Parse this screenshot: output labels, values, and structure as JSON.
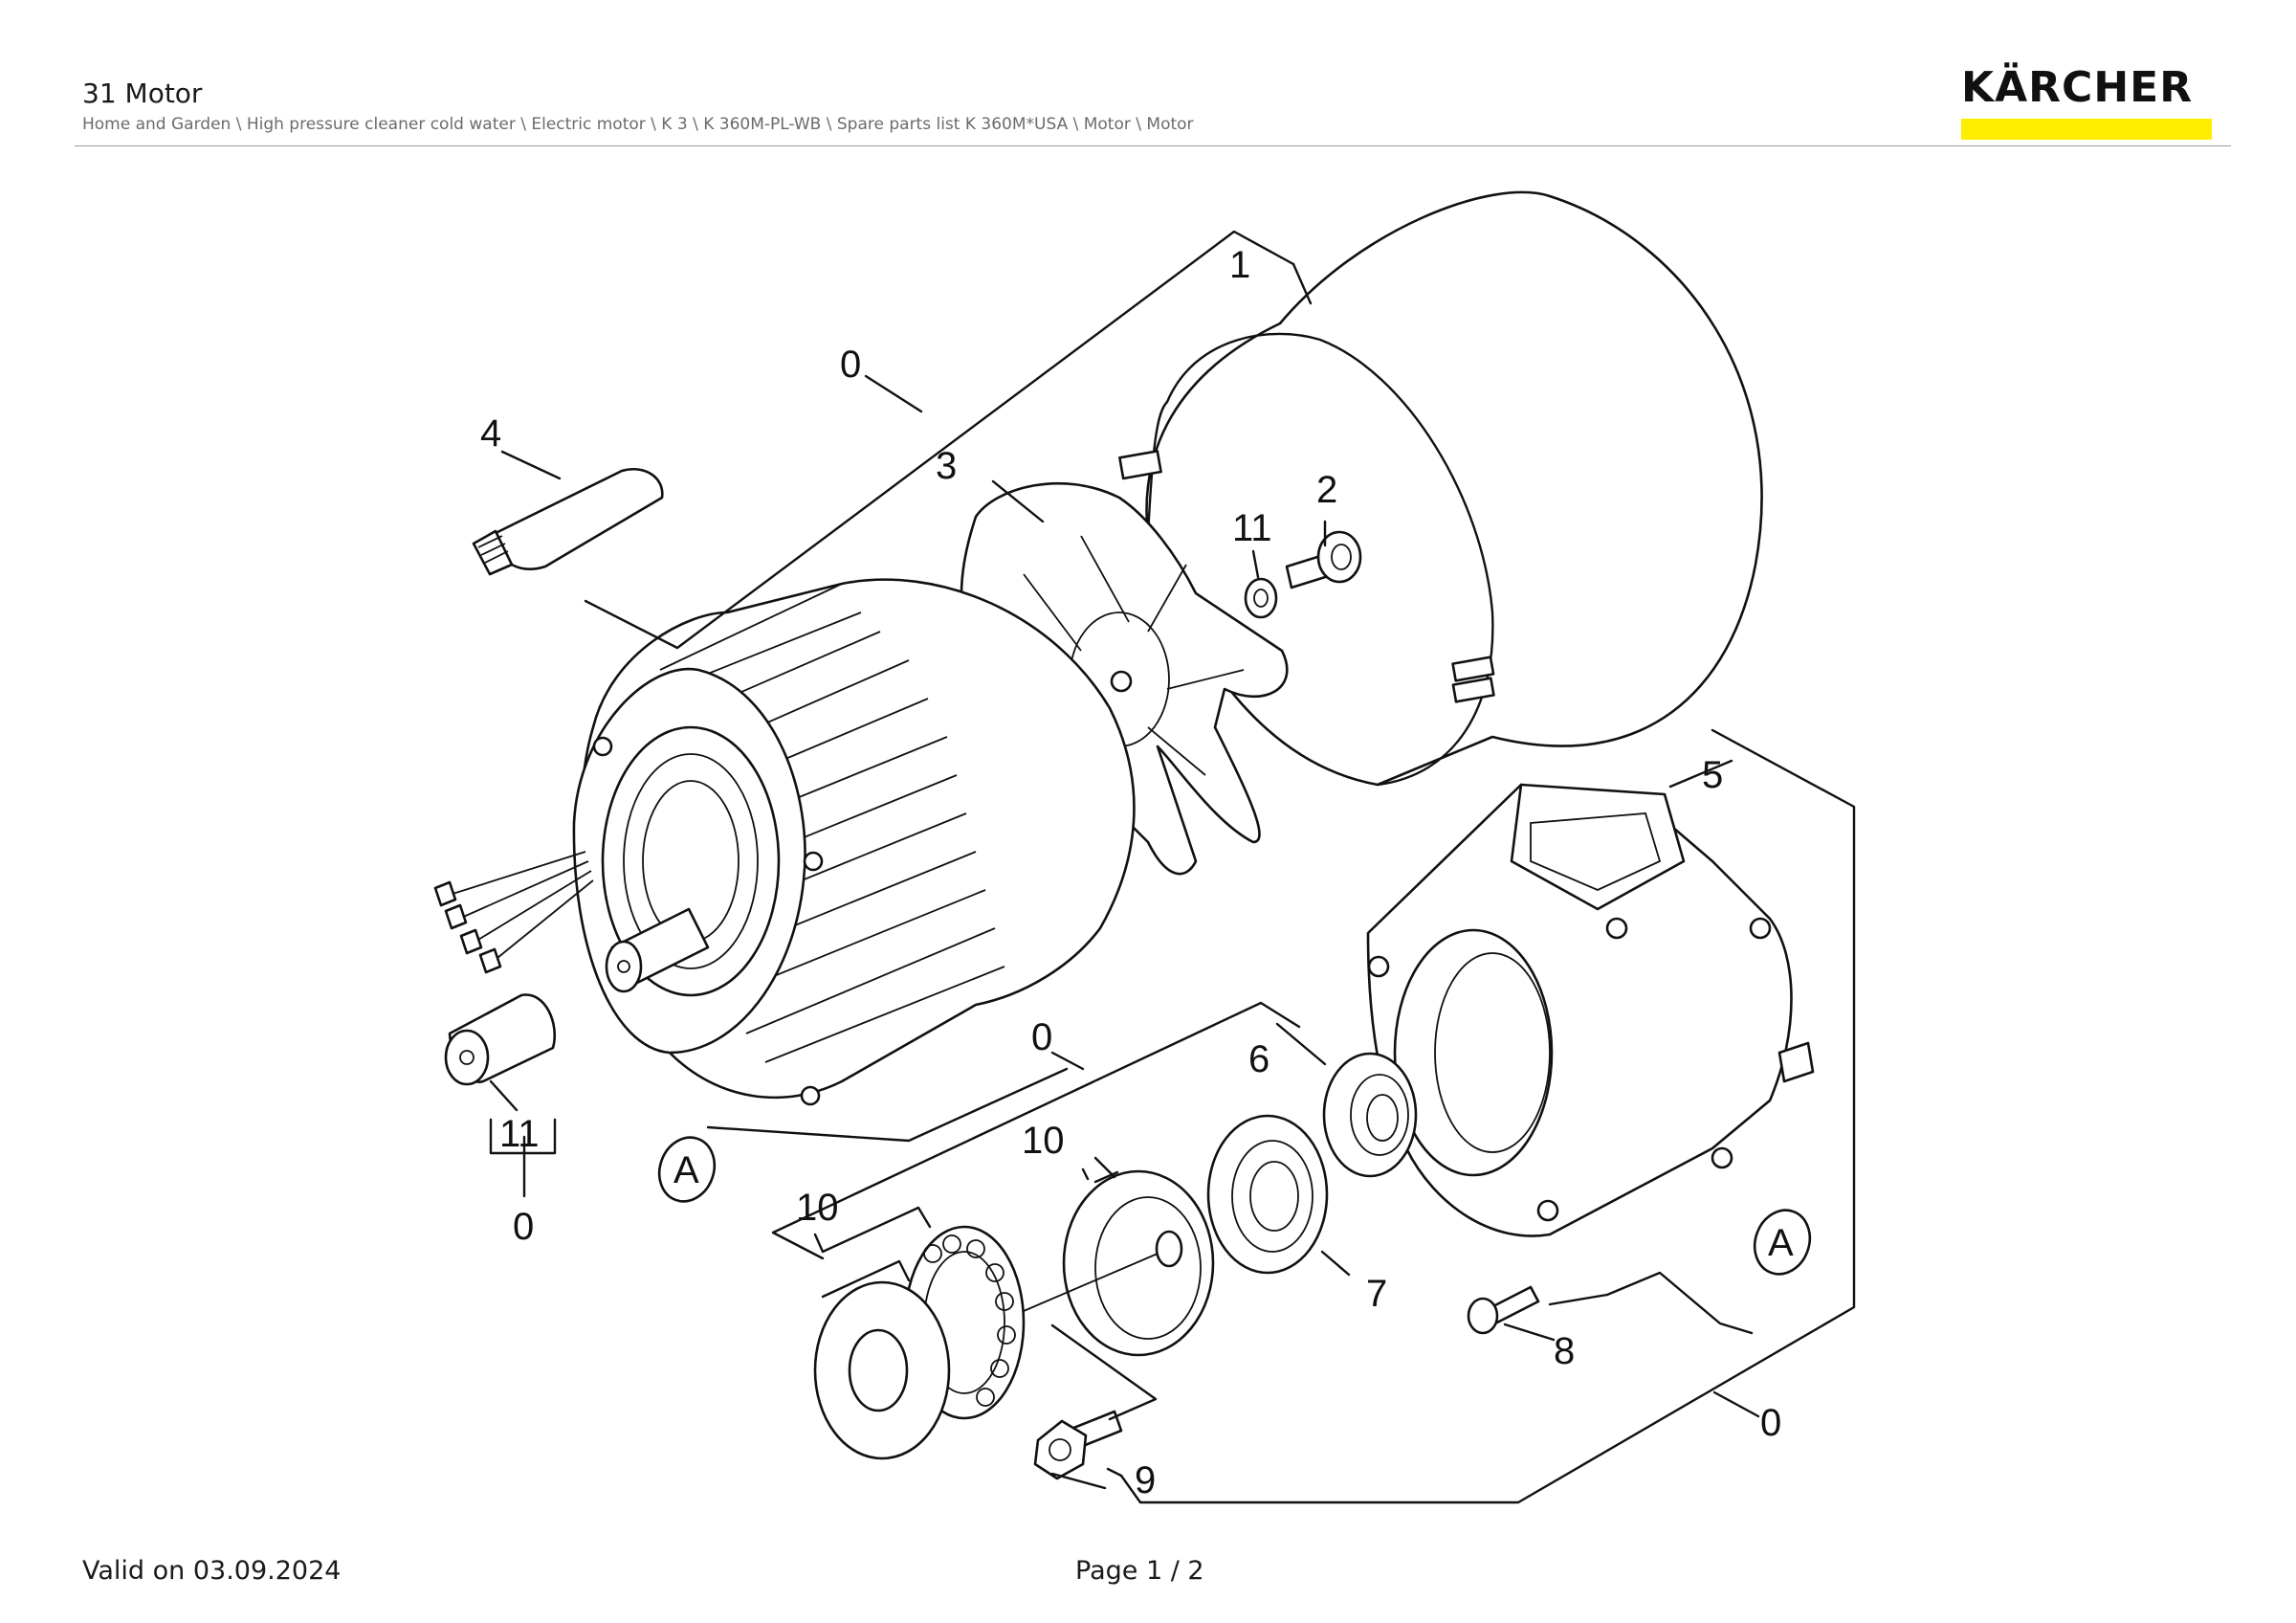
{
  "header": {
    "title": "31 Motor",
    "breadcrumb": "Home and Garden \\ High pressure cleaner cold water \\ Electric motor \\ K 3 \\ K 360M-PL-WB \\ Spare parts list K 360M*USA \\ Motor \\ Motor"
  },
  "logo": {
    "text": "KÄRCHER",
    "accent_color": "#ffed00"
  },
  "diagram": {
    "callouts": {
      "c0_top": "0",
      "c1": "1",
      "c2": "2",
      "c3": "3",
      "c4": "4",
      "c11_upper": "11",
      "c5": "5",
      "c0_mid": "0",
      "c6": "6",
      "c10_a": "10",
      "c10_b": "10",
      "c7": "7",
      "c8": "8",
      "c9": "9",
      "c0_bottom": "0",
      "c11_lower": "11",
      "c0_left": "0",
      "ref_a_left": "A",
      "ref_a_right": "A"
    }
  },
  "footer": {
    "valid": "Valid on 03.09.2024",
    "page": "Page 1 / 2"
  }
}
